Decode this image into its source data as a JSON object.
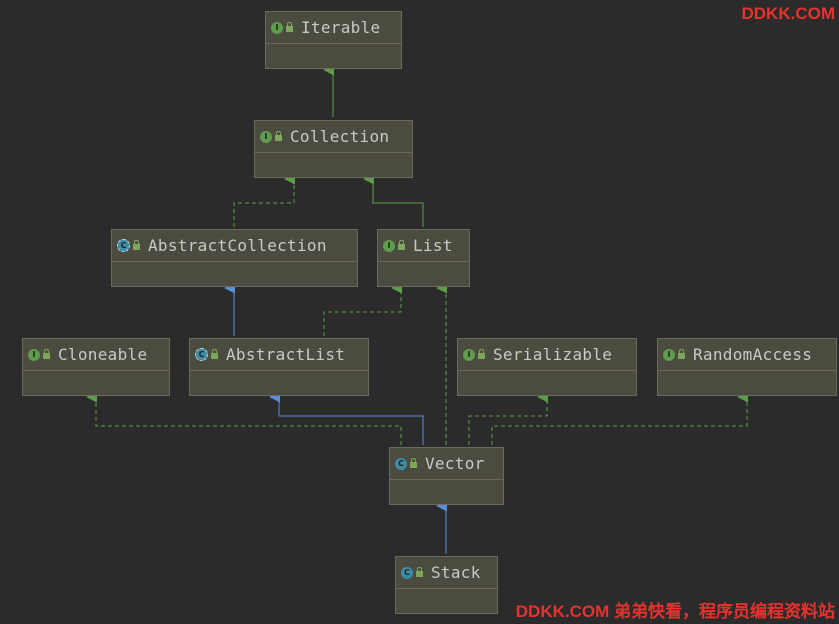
{
  "nodes": {
    "iterable": {
      "label": "Iterable",
      "kind": "interface"
    },
    "collection": {
      "label": "Collection",
      "kind": "interface"
    },
    "abstract_collection": {
      "label": "AbstractCollection",
      "kind": "abstract-class"
    },
    "list": {
      "label": "List",
      "kind": "interface"
    },
    "cloneable": {
      "label": "Cloneable",
      "kind": "interface"
    },
    "abstract_list": {
      "label": "AbstractList",
      "kind": "abstract-class"
    },
    "serializable": {
      "label": "Serializable",
      "kind": "interface"
    },
    "random_access": {
      "label": "RandomAccess",
      "kind": "interface"
    },
    "vector": {
      "label": "Vector",
      "kind": "class"
    },
    "stack": {
      "label": "Stack",
      "kind": "class"
    }
  },
  "relations": [
    {
      "from": "Collection",
      "to": "Iterable",
      "type": "extends"
    },
    {
      "from": "AbstractCollection",
      "to": "Collection",
      "type": "implements"
    },
    {
      "from": "List",
      "to": "Collection",
      "type": "extends"
    },
    {
      "from": "AbstractList",
      "to": "AbstractCollection",
      "type": "extends"
    },
    {
      "from": "AbstractList",
      "to": "List",
      "type": "implements"
    },
    {
      "from": "Vector",
      "to": "AbstractList",
      "type": "extends"
    },
    {
      "from": "Vector",
      "to": "List",
      "type": "implements"
    },
    {
      "from": "Vector",
      "to": "Cloneable",
      "type": "implements"
    },
    {
      "from": "Vector",
      "to": "Serializable",
      "type": "implements"
    },
    {
      "from": "Vector",
      "to": "RandomAccess",
      "type": "implements"
    },
    {
      "from": "Stack",
      "to": "Vector",
      "type": "extends"
    }
  ],
  "icons": {
    "interface": "I",
    "class": "C"
  },
  "colors": {
    "background": "#2b2b2b",
    "node_fill": "#4c4b3f",
    "interface_icon": "#5e9e4a",
    "class_icon": "#3e8da8",
    "extends_interface_edge": "#5e9e4a",
    "implements_edge": "#5e9e4a",
    "extends_class_edge": "#5a8fd8",
    "watermark": "#e8322e"
  },
  "watermark": {
    "top": "DDKK.COM",
    "bottom": "DDKK.COM 弟弟快看，程序员编程资料站"
  }
}
